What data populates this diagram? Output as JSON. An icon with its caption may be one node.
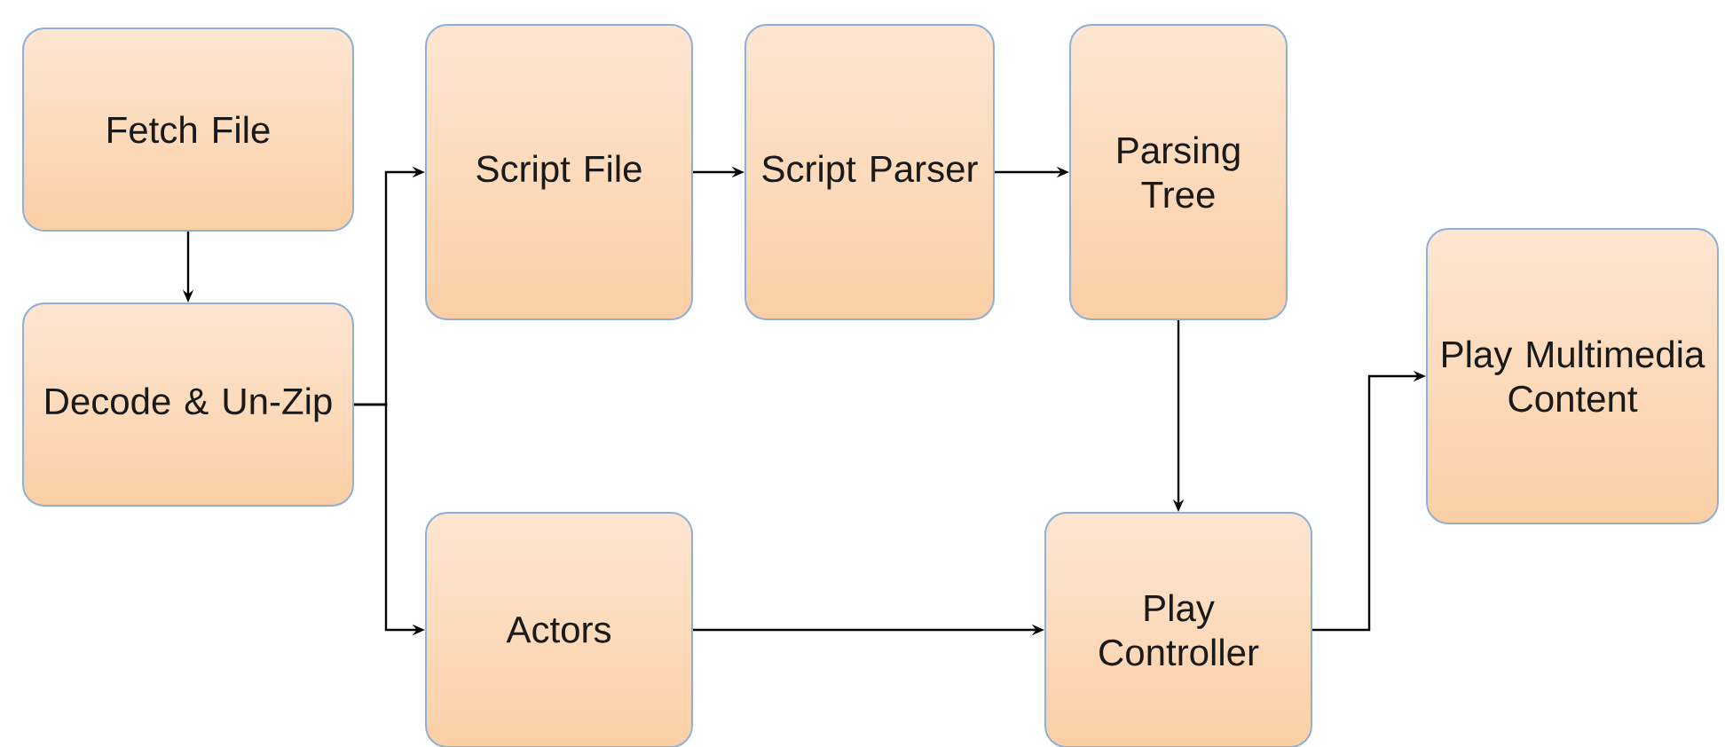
{
  "diagram": {
    "nodes": [
      {
        "text": [
          "Fetch File"
        ]
      },
      {
        "text": [
          "Decode & Un-Zip"
        ]
      },
      {
        "text": [
          "Script File"
        ]
      },
      {
        "text": [
          "Script Parser"
        ]
      },
      {
        "text": [
          "Parsing Tree"
        ]
      },
      {
        "text": [
          "Actors"
        ]
      },
      {
        "text": [
          "Play Controller"
        ]
      },
      {
        "text": [
          "Play Multimedia Content"
        ]
      }
    ],
    "edges": [
      {
        "from": 0,
        "to": 1,
        "arrow": "to"
      },
      {
        "from": 1,
        "to": 2,
        "arrow": "to"
      },
      {
        "from": 1,
        "to": 5,
        "arrow": "to"
      },
      {
        "from": 2,
        "to": 3,
        "arrow": "to"
      },
      {
        "from": 3,
        "to": 4,
        "arrow": "to"
      },
      {
        "from": 4,
        "to": 6,
        "arrow": "to"
      },
      {
        "from": 5,
        "to": 6,
        "arrow": "to"
      },
      {
        "from": 6,
        "to": 7,
        "arrow": "to"
      }
    ]
  }
}
